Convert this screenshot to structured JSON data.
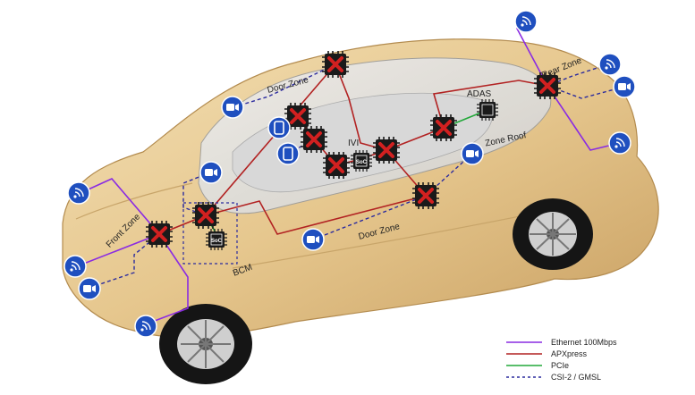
{
  "zones": {
    "door_zone_top": "Door Zone",
    "door_zone_bottom": "Door Zone",
    "rear_zone": "Rear Zone",
    "front_zone": "Front Zone",
    "zone_roof": "Zone Roof"
  },
  "modules": {
    "adas": "ADAS",
    "ivi": "IVI",
    "bcm": "BCM",
    "soc_label": "SoC"
  },
  "switch_mark": "X",
  "legend": [
    {
      "label": "Ethernet 100Mbps",
      "color": "#8a2be2",
      "style": "solid"
    },
    {
      "label": "APXpress",
      "color": "#b22222",
      "style": "solid"
    },
    {
      "label": "PCIe",
      "color": "#22a83a",
      "style": "solid"
    },
    {
      "label": "CSI-2 / GMSL",
      "color": "#2b2b9e",
      "style": "dashed"
    }
  ],
  "icons": {
    "radar": "radar-icon",
    "camera": "camera-icon",
    "display": "display-icon",
    "switch": "switch-icon",
    "soc": "soc-chip-icon"
  },
  "colors": {
    "car_body": "#e2c386",
    "icon_blue": "#1f4fbf",
    "switch_red": "#d22020",
    "switch_bg": "#1a1a1a"
  }
}
